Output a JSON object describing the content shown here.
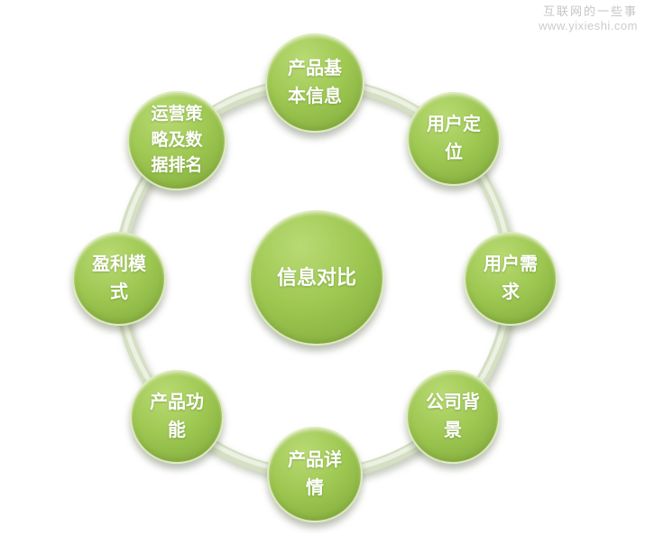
{
  "watermark": {
    "line1": "互联网的一些事",
    "line2": "www.yixieshi.com"
  },
  "diagram": {
    "type": "cycle",
    "center": {
      "label": "信息对比"
    },
    "nodes": [
      {
        "id": "product-basic-info",
        "position": "top",
        "label": "产品基\n本信息"
      },
      {
        "id": "user-positioning",
        "position": "top-right",
        "label": "用户定\n位"
      },
      {
        "id": "user-needs",
        "position": "right",
        "label": "用户需\n求"
      },
      {
        "id": "company-background",
        "position": "bottom-right",
        "label": "公司背\n景"
      },
      {
        "id": "product-details",
        "position": "bottom",
        "label": "产品详\n情"
      },
      {
        "id": "product-features",
        "position": "bottom-left",
        "label": "产品功\n能"
      },
      {
        "id": "profit-model",
        "position": "left",
        "label": "盈利模\n式"
      },
      {
        "id": "operation-strategy-ranking",
        "position": "top-left",
        "label": "运营策\n略及数\n据排名"
      }
    ],
    "colors": {
      "node_fill_light": "#b9da74",
      "node_fill_mid": "#9dc751",
      "node_fill_dark": "#7ea73a",
      "ring": "#d5dfc2",
      "text": "#ffffff",
      "watermark": "#c8c8c8"
    }
  }
}
